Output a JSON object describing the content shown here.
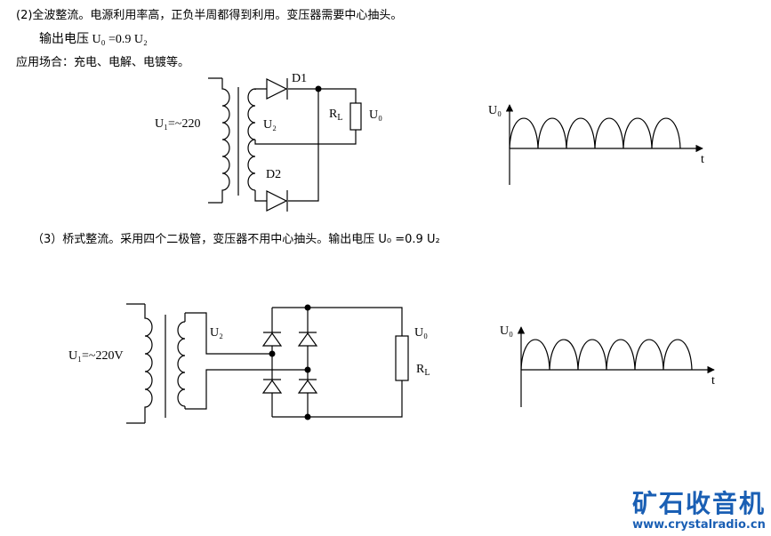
{
  "text": {
    "line1": "(2)全波整流。电源利用率高，正负半周都得到利用。变压器需要中心抽头。",
    "line2": "输出电压 U₀ =0.9 U₂",
    "line3": "应用场合：充电、电解、电镀等。",
    "line4": "（3）桥式整流。采用四个二极管，变压器不用中心抽头。输出电压 U₀  =0.9 U₂"
  },
  "circuit1": {
    "u1_label": "U₁=~220",
    "u2_label": "U₂",
    "d1_label": "D1",
    "d2_label": "D2",
    "rl_label": "R",
    "rl_sub": "L",
    "u0_label": "U₀"
  },
  "wave1": {
    "y_label": "U₀",
    "x_label": "t",
    "humps": 6
  },
  "circuit2": {
    "u1_label": "U₁=~220V",
    "u2_label": "U₂",
    "u0_label": "U₀",
    "rl_label": "R",
    "rl_sub": "L"
  },
  "wave2": {
    "y_label": "U₀",
    "x_label": "t",
    "humps": 6
  },
  "watermark": {
    "title": "矿石收音机",
    "url": "www.crystalradio.cn",
    "color": "#1a5fb4"
  }
}
